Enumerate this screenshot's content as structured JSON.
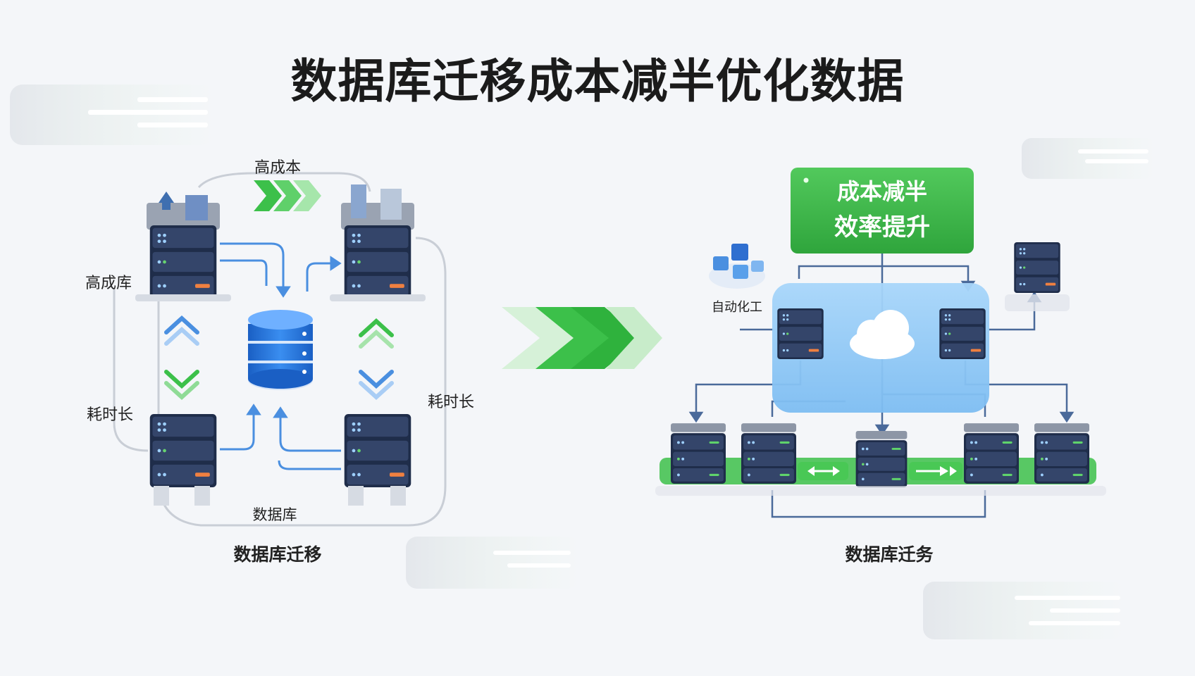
{
  "title": "数据库迁移成本减半优化数据",
  "left_panel": {
    "labels": {
      "top": "高成本",
      "left": "高成库",
      "left_bottom": "耗时长",
      "right_bottom": "耗时长",
      "bottom": "数据库"
    },
    "caption": "数据库迁移"
  },
  "right_panel": {
    "badge_line1": "成本减半",
    "badge_line2": "效率提升",
    "automation_label": "自动化工",
    "caption": "数据库迁务"
  },
  "colors": {
    "green": "#3cb64a",
    "blue": "#4a8fe0",
    "navy": "#2a3a5c",
    "cloud_panel": "#8cc8f5"
  }
}
